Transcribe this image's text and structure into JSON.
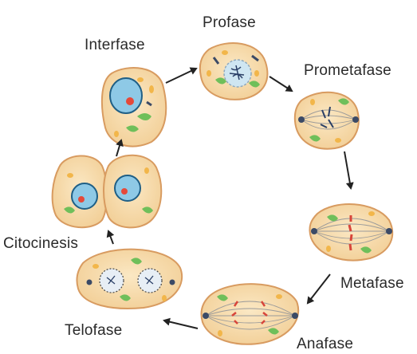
{
  "stages": {
    "interfase": "Interfase",
    "profase": "Profase",
    "prometafase": "Prometafase",
    "metafase": "Metafase",
    "anafase": "Anafase",
    "telofase": "Telofase",
    "citocinesis": "Citocinesis"
  },
  "colors": {
    "cell_fill": "#f7dcae",
    "cell_stroke": "#d89b60",
    "nucleus_fill": "#8ec9e6",
    "nucleus_stroke": "#1f5f86",
    "nucleolus": "#e5493a",
    "organelle": "#6fbf5a",
    "mitochondria": "#f2b64a",
    "spindle": "#9a9a9a",
    "chromosome": "#d8453a",
    "centrosome": "#3b4a66",
    "arrow": "#222222"
  },
  "icons": {
    "arrow": "arrow-icon"
  }
}
